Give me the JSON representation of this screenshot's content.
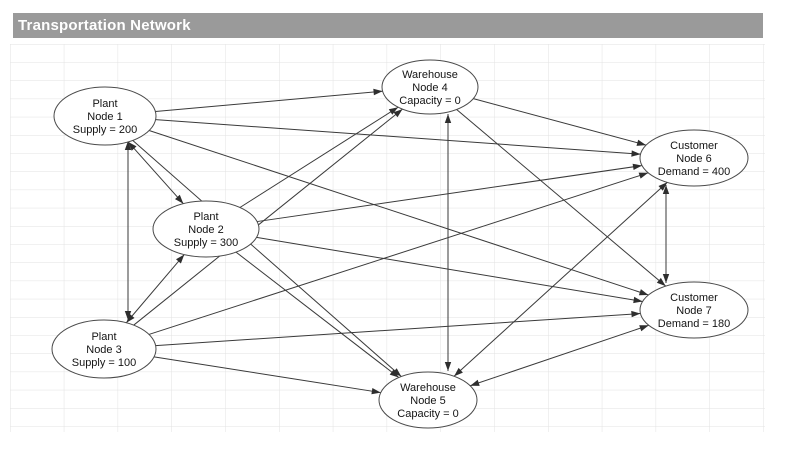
{
  "header": {
    "title": "Transportation Network"
  },
  "colors": {
    "header_bg": "#9a9a9a",
    "header_text": "#ffffff",
    "edge": "#3a3a3a",
    "node_border": "#4a4a4a",
    "node_fill": "#ffffff",
    "grid_line": "#e2e2e2"
  },
  "diagram": {
    "nodes": [
      {
        "id": "n1",
        "name": "plant-node-1",
        "lines": [
          "Plant",
          "Node 1",
          "Supply = 200"
        ]
      },
      {
        "id": "n2",
        "name": "plant-node-2",
        "lines": [
          "Plant",
          "Node 2",
          "Supply = 300"
        ]
      },
      {
        "id": "n3",
        "name": "plant-node-3",
        "lines": [
          "Plant",
          "Node 3",
          "Supply = 100"
        ]
      },
      {
        "id": "n4",
        "name": "warehouse-node-4",
        "lines": [
          "Warehouse",
          "Node 4",
          "Capacity = 0"
        ]
      },
      {
        "id": "n5",
        "name": "warehouse-node-5",
        "lines": [
          "Warehouse",
          "Node 5",
          "Capacity = 0"
        ]
      },
      {
        "id": "n6",
        "name": "customer-node-6",
        "lines": [
          "Customer",
          "Node 6",
          "Demand = 400"
        ]
      },
      {
        "id": "n7",
        "name": "customer-node-7",
        "lines": [
          "Customer",
          "Node 7",
          "Demand = 180"
        ]
      }
    ],
    "edges": [
      {
        "from": "n1",
        "to": "n4",
        "double": false
      },
      {
        "from": "n1",
        "to": "n6",
        "double": false
      },
      {
        "from": "n1",
        "to": "n7",
        "double": false
      },
      {
        "from": "n1",
        "to": "n5",
        "double": false
      },
      {
        "from": "n2",
        "to": "n4",
        "double": false
      },
      {
        "from": "n2",
        "to": "n6",
        "double": false
      },
      {
        "from": "n2",
        "to": "n7",
        "double": false
      },
      {
        "from": "n2",
        "to": "n5",
        "double": false
      },
      {
        "from": "n3",
        "to": "n4",
        "double": false
      },
      {
        "from": "n3",
        "to": "n6",
        "double": false
      },
      {
        "from": "n3",
        "to": "n7",
        "double": false
      },
      {
        "from": "n3",
        "to": "n5",
        "double": false
      },
      {
        "from": "n4",
        "to": "n6",
        "double": false
      },
      {
        "from": "n4",
        "to": "n7",
        "double": false
      },
      {
        "from": "n5",
        "to": "n6",
        "double": true
      },
      {
        "from": "n5",
        "to": "n7",
        "double": true
      },
      {
        "from": "n1",
        "to": "n2",
        "double": true
      },
      {
        "from": "n1",
        "to": "n3",
        "double": true
      },
      {
        "from": "n2",
        "to": "n3",
        "double": true
      },
      {
        "from": "n4",
        "to": "n5",
        "double": true
      },
      {
        "from": "n6",
        "to": "n7",
        "double": true
      }
    ]
  }
}
